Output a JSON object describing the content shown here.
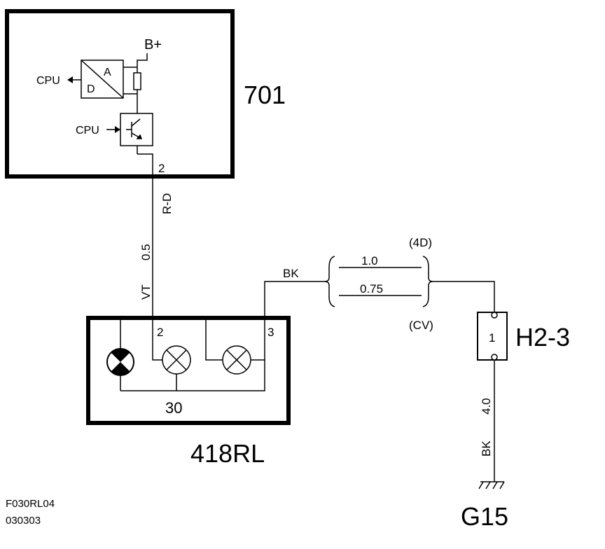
{
  "control_module": {
    "id": "701",
    "supply_label": "B+",
    "cpu_out_label": "CPU",
    "cpu_in_label": "CPU",
    "adc_a_label": "A",
    "adc_d_label": "D",
    "pin_label": "2"
  },
  "lamp_unit": {
    "id": "418RL",
    "pin_a_label": "2",
    "pin_b_label": "3",
    "ground_bus_label": "30"
  },
  "wire_signal": {
    "color": "R-D",
    "size": "0.5",
    "color_alt": "VT"
  },
  "wire_ground_link": {
    "color": "BK",
    "variant_top_size": "1.0",
    "variant_bottom_size": "0.75",
    "variant_top_label": "(4D)",
    "variant_bottom_label": "(CV)"
  },
  "connector": {
    "id": "H2-3",
    "pin_label": "1"
  },
  "wire_ground": {
    "size": "4.0",
    "color": "BK"
  },
  "ground_point": {
    "id": "G15"
  },
  "footer": {
    "drawing_code": "F030RL04",
    "date_code": "030303"
  }
}
